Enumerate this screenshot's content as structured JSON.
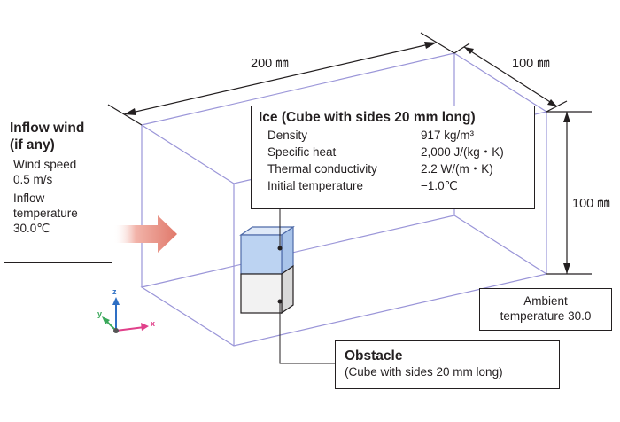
{
  "dimensions": {
    "width_label": "200 ㎜",
    "depth_label": "100 ㎜",
    "height_label": "100 ㎜"
  },
  "inflow": {
    "title_line1": "Inflow wind",
    "title_line2": "(if any)",
    "wind_speed_label": "Wind speed",
    "wind_speed_value": "0.5 m/s",
    "temp_label_line1": "Inflow",
    "temp_label_line2": "temperature",
    "temp_value": "30.0℃"
  },
  "ice": {
    "title": "Ice (Cube with sides 20 mm long)",
    "properties": [
      {
        "label": "Density",
        "value": "917 kg/m³"
      },
      {
        "label": "Specific heat",
        "value": "2,000 J/(kg・K)"
      },
      {
        "label": "Thermal conductivity",
        "value": "2.2 W/(m・K)"
      },
      {
        "label": "Initial temperature",
        "value": "−1.0℃"
      }
    ]
  },
  "ambient": {
    "line1": "Ambient",
    "line2": "temperature  30.0"
  },
  "obstacle": {
    "title": "Obstacle",
    "subtitle": "(Cube with sides 20 mm long)"
  },
  "axes": {
    "x": "x",
    "y": "y",
    "z": "z"
  },
  "colors": {
    "domain_edge": "#9a95d8",
    "ice_fill": "#bcd3f2",
    "ice_edge": "#4e6aa8",
    "obstacle_fill": "#f2f2f2",
    "arrow": "#e0786a",
    "axis_x": "#e0408a",
    "axis_y": "#3aa85a",
    "axis_z": "#2e6fc4"
  }
}
